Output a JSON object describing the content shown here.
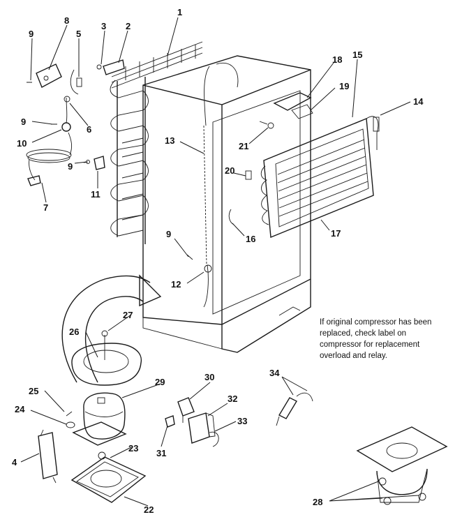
{
  "labels": {
    "p1": "1",
    "p2": "2",
    "p3": "3",
    "p4": "4",
    "p5": "5",
    "p6": "6",
    "p7": "7",
    "p8": "8",
    "p9a": "9",
    "p9b": "9",
    "p9c": "9",
    "p9d": "9",
    "p10": "10",
    "p11": "11",
    "p12": "12",
    "p13": "13",
    "p14": "14",
    "p15": "15",
    "p16": "16",
    "p17": "17",
    "p18": "18",
    "p19": "19",
    "p20": "20",
    "p21": "21",
    "p22": "22",
    "p23": "23",
    "p24": "24",
    "p25": "25",
    "p26": "26",
    "p27": "27",
    "p28": "28",
    "p29": "29",
    "p30": "30",
    "p31": "31",
    "p32": "32",
    "p33": "33",
    "p34": "34"
  },
  "note_lines": [
    "If original compressor has been",
    "replaced, check label on",
    "compressor for replacement",
    "overload and relay."
  ]
}
